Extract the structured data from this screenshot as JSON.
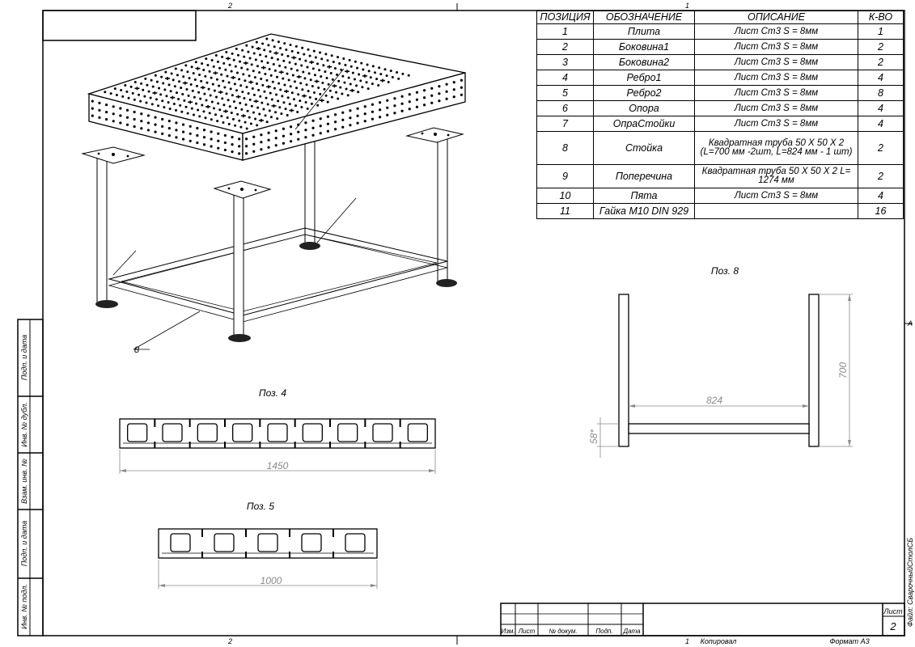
{
  "frame": {
    "zone_top_left": "2",
    "zone_top_right": "1",
    "zone_bottom_left": "2",
    "zone_bottom_right": "1",
    "zone_side": "A",
    "left_stamps": [
      "Инв. № подл.",
      "Подп. и дата",
      "Взам. инв. №",
      "Инв. № дубл.",
      "Подп. и дата"
    ]
  },
  "bom": {
    "headers": [
      "ПОЗИЦИЯ",
      "ОБОЗНАЧЕНИЕ",
      "ОПИСАНИЕ",
      "К-ВО"
    ],
    "rows": [
      {
        "pos": "1",
        "name": "Плита",
        "desc": "Лист Ст3 S = 8мм",
        "qty": "1"
      },
      {
        "pos": "2",
        "name": "Боковина1",
        "desc": "Лист Ст3 S = 8мм",
        "qty": "2"
      },
      {
        "pos": "3",
        "name": "Боковина2",
        "desc": "Лист Ст3 S = 8мм",
        "qty": "2"
      },
      {
        "pos": "4",
        "name": "Ребро1",
        "desc": "Лист Ст3 S = 8мм",
        "qty": "4"
      },
      {
        "pos": "5",
        "name": "Ребро2",
        "desc": "Лист Ст3 S = 8мм",
        "qty": "8"
      },
      {
        "pos": "6",
        "name": "Опора",
        "desc": "Лист Ст3 S = 8мм",
        "qty": "4"
      },
      {
        "pos": "7",
        "name": "ОпраСтойки",
        "desc": "Лист Ст3 S = 8мм",
        "qty": "4"
      },
      {
        "pos": "8",
        "name": "Стойка",
        "desc": "Квадратная труба 50 Х 50 Х 2 (L=700 мм -2шт, L=824 мм - 1 шт)",
        "qty": "2"
      },
      {
        "pos": "9",
        "name": "Поперечина",
        "desc": "Квадратная труба 50 Х 50 Х 2 L= 1274 мм",
        "qty": "2"
      },
      {
        "pos": "10",
        "name": "Пята",
        "desc": "Лист Ст3 S = 8мм",
        "qty": "4"
      },
      {
        "pos": "11",
        "name": "Гайка М10 DIN 929",
        "desc": "",
        "qty": "16"
      }
    ]
  },
  "views": {
    "main_callout": "8",
    "pos4": {
      "title": "Поз. 4",
      "dim": "1450",
      "slots": 9
    },
    "pos5": {
      "title": "Поз. 5",
      "dim": "1000",
      "slots": 5
    },
    "pos8": {
      "title": "Поз. 8",
      "dim_height": "700",
      "dim_width": "824",
      "dim_offset": "58*"
    }
  },
  "title_block": {
    "cols": [
      "Изм.",
      "Лист",
      "№ докум.",
      "Подп.",
      "Дата"
    ],
    "sheet_label": "Лист",
    "sheet_number": "2",
    "copied": "Копировал",
    "format": "Формат А3",
    "file_name": "Файл: СварочныйСтолСБ"
  }
}
